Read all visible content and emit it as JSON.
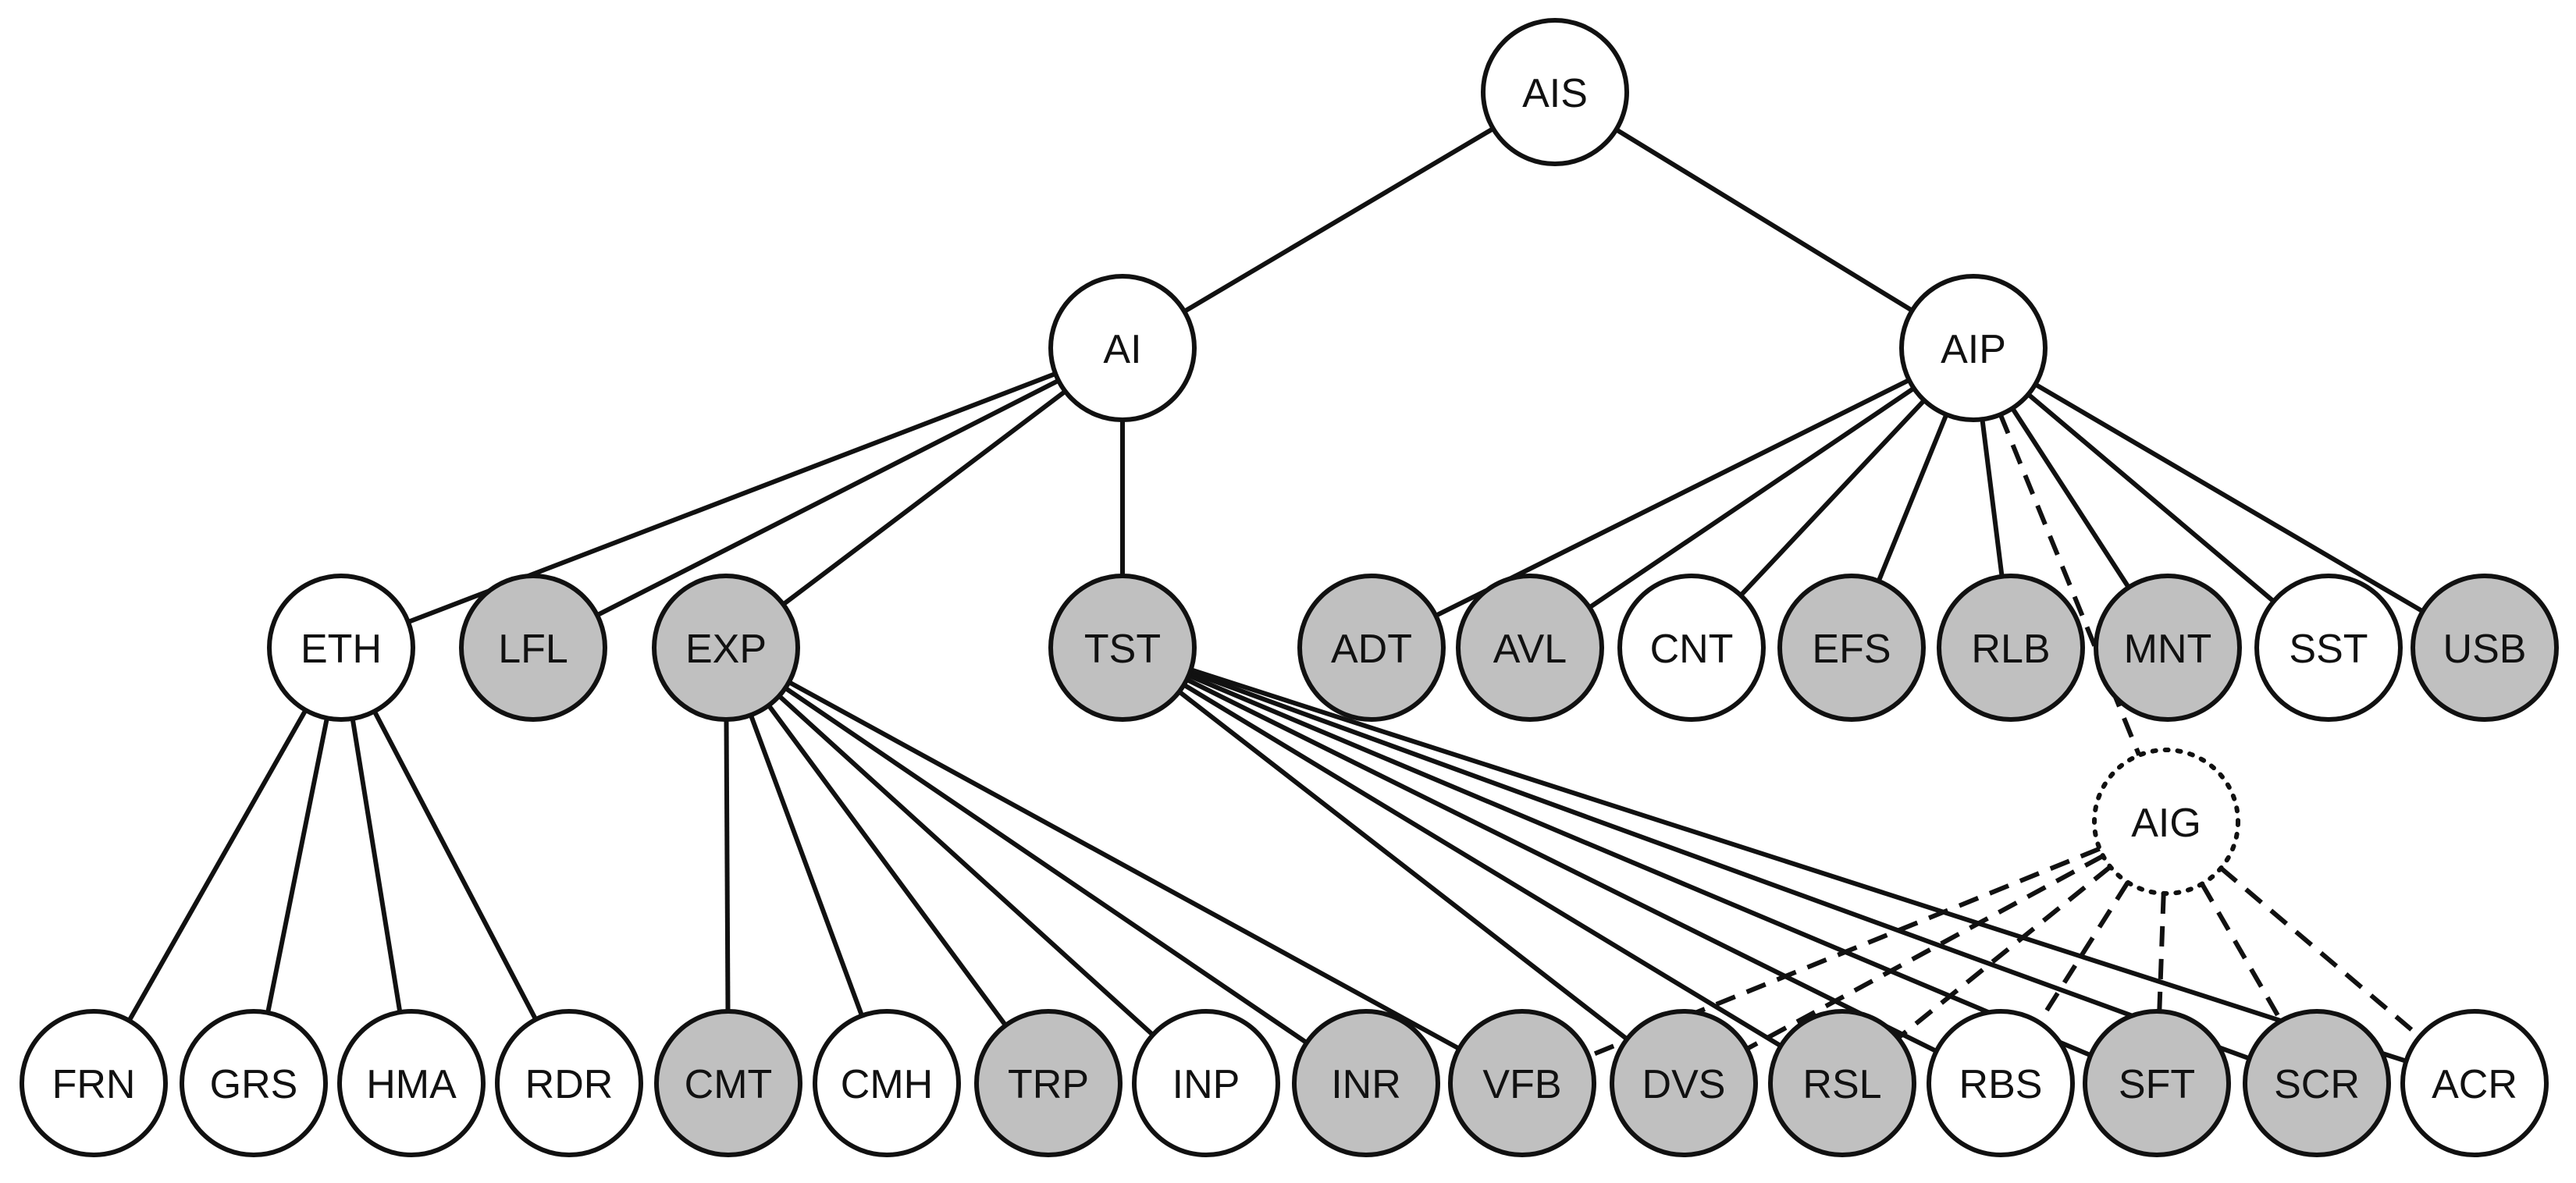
{
  "colors": {
    "shaded": "#c0c0c0",
    "plain": "#ffffff",
    "stroke": "#111111"
  },
  "nodes": [
    {
      "id": "AIS",
      "label": "AIS",
      "shaded": false
    },
    {
      "id": "AI",
      "label": "AI",
      "shaded": false
    },
    {
      "id": "AIP",
      "label": "AIP",
      "shaded": false
    },
    {
      "id": "ETH",
      "label": "ETH",
      "shaded": false
    },
    {
      "id": "LFL",
      "label": "LFL",
      "shaded": true
    },
    {
      "id": "EXP",
      "label": "EXP",
      "shaded": true
    },
    {
      "id": "TST",
      "label": "TST",
      "shaded": true
    },
    {
      "id": "ADT",
      "label": "ADT",
      "shaded": true
    },
    {
      "id": "AVL",
      "label": "AVL",
      "shaded": true
    },
    {
      "id": "CNT",
      "label": "CNT",
      "shaded": false
    },
    {
      "id": "EFS",
      "label": "EFS",
      "shaded": true
    },
    {
      "id": "RLB",
      "label": "RLB",
      "shaded": true
    },
    {
      "id": "MNT",
      "label": "MNT",
      "shaded": true
    },
    {
      "id": "SST",
      "label": "SST",
      "shaded": false
    },
    {
      "id": "USB",
      "label": "USB",
      "shaded": true
    },
    {
      "id": "AIG",
      "label": "AIG",
      "shaded": false,
      "dotted": true
    },
    {
      "id": "FRN",
      "label": "FRN",
      "shaded": false
    },
    {
      "id": "GRS",
      "label": "GRS",
      "shaded": false
    },
    {
      "id": "HMA",
      "label": "HMA",
      "shaded": false
    },
    {
      "id": "RDR",
      "label": "RDR",
      "shaded": false
    },
    {
      "id": "CMT",
      "label": "CMT",
      "shaded": true
    },
    {
      "id": "CMH",
      "label": "CMH",
      "shaded": false
    },
    {
      "id": "TRP",
      "label": "TRP",
      "shaded": true
    },
    {
      "id": "INP",
      "label": "INP",
      "shaded": false
    },
    {
      "id": "INR",
      "label": "INR",
      "shaded": true
    },
    {
      "id": "VFB",
      "label": "VFB",
      "shaded": true
    },
    {
      "id": "DVS",
      "label": "DVS",
      "shaded": true
    },
    {
      "id": "RSL",
      "label": "RSL",
      "shaded": true
    },
    {
      "id": "RBS",
      "label": "RBS",
      "shaded": false
    },
    {
      "id": "SFT",
      "label": "SFT",
      "shaded": true
    },
    {
      "id": "SCR",
      "label": "SCR",
      "shaded": true
    },
    {
      "id": "ACR",
      "label": "ACR",
      "shaded": false
    }
  ],
  "edges": [
    {
      "from": "AIS",
      "to": "AI"
    },
    {
      "from": "AIS",
      "to": "AIP"
    },
    {
      "from": "AI",
      "to": "ETH"
    },
    {
      "from": "AI",
      "to": "LFL"
    },
    {
      "from": "AI",
      "to": "EXP"
    },
    {
      "from": "AI",
      "to": "TST"
    },
    {
      "from": "AIP",
      "to": "ADT"
    },
    {
      "from": "AIP",
      "to": "AVL"
    },
    {
      "from": "AIP",
      "to": "CNT"
    },
    {
      "from": "AIP",
      "to": "EFS"
    },
    {
      "from": "AIP",
      "to": "RLB"
    },
    {
      "from": "AIP",
      "to": "MNT"
    },
    {
      "from": "AIP",
      "to": "SST"
    },
    {
      "from": "AIP",
      "to": "USB"
    },
    {
      "from": "AIP",
      "to": "AIG",
      "dashed": true
    },
    {
      "from": "ETH",
      "to": "FRN"
    },
    {
      "from": "ETH",
      "to": "GRS"
    },
    {
      "from": "ETH",
      "to": "HMA"
    },
    {
      "from": "ETH",
      "to": "RDR"
    },
    {
      "from": "EXP",
      "to": "CMT"
    },
    {
      "from": "EXP",
      "to": "CMH"
    },
    {
      "from": "EXP",
      "to": "TRP"
    },
    {
      "from": "EXP",
      "to": "INP"
    },
    {
      "from": "EXP",
      "to": "INR"
    },
    {
      "from": "EXP",
      "to": "VFB"
    },
    {
      "from": "TST",
      "to": "DVS"
    },
    {
      "from": "TST",
      "to": "RSL"
    },
    {
      "from": "TST",
      "to": "RBS"
    },
    {
      "from": "TST",
      "to": "SFT"
    },
    {
      "from": "TST",
      "to": "SCR"
    },
    {
      "from": "TST",
      "to": "ACR"
    },
    {
      "from": "AIG",
      "to": "VFB",
      "dashed": true
    },
    {
      "from": "AIG",
      "to": "DVS",
      "dashed": true
    },
    {
      "from": "AIG",
      "to": "RSL",
      "dashed": true
    },
    {
      "from": "AIG",
      "to": "RBS",
      "dashed": true
    },
    {
      "from": "AIG",
      "to": "SFT",
      "dashed": true
    },
    {
      "from": "AIG",
      "to": "SCR",
      "dashed": true
    },
    {
      "from": "AIG",
      "to": "ACR",
      "dashed": true
    }
  ]
}
